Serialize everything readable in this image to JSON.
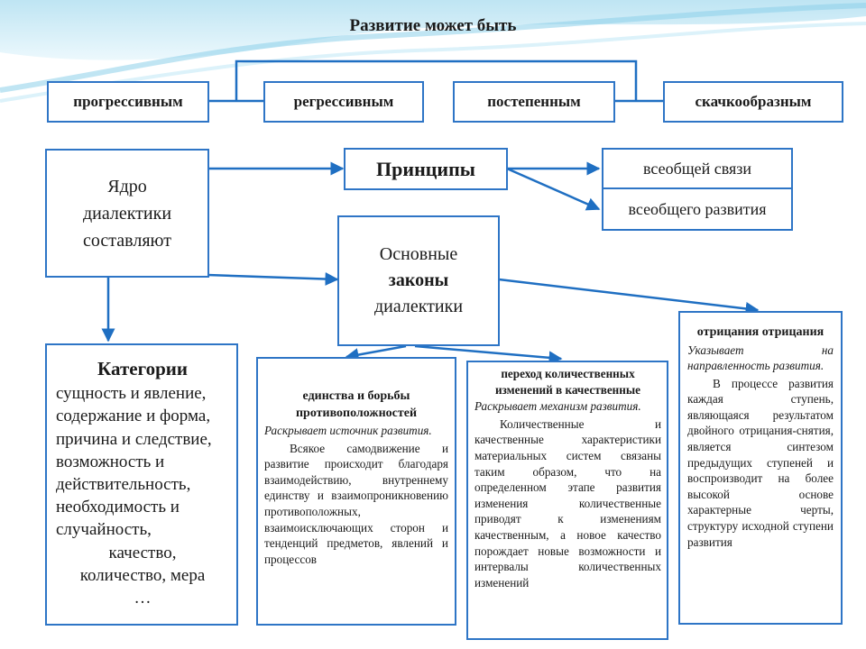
{
  "title": "Развитие может быть",
  "types": [
    "прогрессивным",
    "регрессивным",
    "постепенным",
    "скачкообразным"
  ],
  "core": {
    "text": "Ядро диалектики составляют"
  },
  "principles": {
    "heading": "Принципы",
    "items": [
      "всеобщей связи",
      "всеобщего развития"
    ]
  },
  "laws": {
    "line1": "Основные",
    "line2": "законы",
    "line3": "диалектики"
  },
  "categories": {
    "heading": "Категории",
    "items": [
      "сущность и явление,",
      "содержание и форма,",
      "причина и следствие,",
      "возможность и действительность,",
      "необходимость и случайность,",
      "качество,",
      "количество, мера",
      "…"
    ]
  },
  "law_unity": {
    "title": "единства и борьбы противоположностей",
    "subtitle": "Раскрывает источник развития.",
    "body": "Всякое самодвижение и развитие происходит благодаря взаимодействию, внутреннему единству и взаимопроникновению противоположных, взаимоисключающих сторон и тенденций предметов, явлений и процессов"
  },
  "law_transition": {
    "title": "переход количественных изменений в качественные",
    "subtitle": "Раскрывает механизм развития.",
    "body": "Количественные и качественные характеристики материальных систем связаны таким образом, что на определенном этапе развития изменения количественные приводят к изменениям качественным, а новое качество порождает новые возможности и интервалы количественных изменений"
  },
  "law_negation": {
    "title": "отрицания отрицания",
    "subtitle": "Указывает на направленность развития.",
    "body": "В процессе развития каждая ступень, являющаяся результатом двойного отрицания-снятия, является синтезом предыдущих ступеней и воспроизводит на более высокой основе характерные черты, структуру исходной ступени развития"
  },
  "colors": {
    "border": "#2e75c6",
    "arrow": "#1f6fc2",
    "wave": "#6fc0de"
  }
}
